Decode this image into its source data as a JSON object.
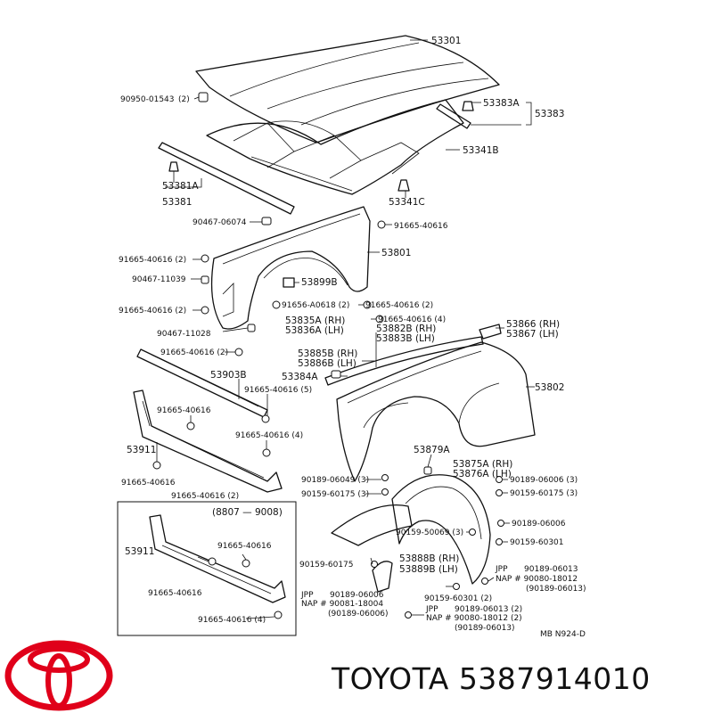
{
  "labels": {
    "hood": "53301",
    "hood_clip": "90950-01543",
    "hood_clip_qty": "(2)",
    "cushion_a": "53383A",
    "cushion": "53383",
    "hood_seal": "53341B",
    "stopper_a": "53381A",
    "stopper": "53381",
    "cushion_c": "53341C",
    "clip_06074": "90467-06074",
    "bolt_40616_top": "91665-40616",
    "bolt_40616_l1": "91665-40616 (2)",
    "clip_11039": "90467-11039",
    "fender_apron": "53801",
    "seal_53899b": "53899B",
    "bolt_40616_l2": "91665-40616 (2)",
    "bolt_a0618": "91656-A0618 (2)",
    "bolt_40616_mid": "91665-40616 (2)",
    "clip_11028": "90467-11028",
    "fender_plate_rh": "53835A (RH)",
    "fender_plate_lh": "53836A (LH)",
    "bolt_40616_4a": "91665-40616 (4)",
    "fender_pad_rh": "53866 (RH)",
    "fender_pad_lh": "53867 (LH)",
    "bolt_40616_l3": "91665-40616 (2)",
    "seal_53882b": "53882B (RH)",
    "seal_53883b": "53883B (LH)",
    "seal_53885b": "53885B (RH)",
    "seal_53886b": "53886B (LH)",
    "retainer_53384a": "53384A",
    "support_53903b": "53903B",
    "bolt_40616_5": "91665-40616 (5)",
    "fender": "53802",
    "bolt_40616_c": "91665-40616",
    "support_53911": "53911",
    "bolt_40616_4b": "91665-40616 (4)",
    "liner_53879a": "53879A",
    "liner_rh": "53875A (RH)",
    "liner_lh": "53876A (LH)",
    "bolt_40616_d": "91665-40616",
    "bolt_40616_e": "91665-40616 (2)",
    "clip_06049": "90189-06049 (3)",
    "clip_60175": "90159-60175 (3)",
    "clip_06006_3": "90189-06006 (3)",
    "clip_60175_3": "90159-60175 (3)",
    "clip_06006": "90189-06006",
    "clip_50069": "90159-50069 (3)",
    "clip_60301": "90159-60301",
    "inset_range": "(8807 — 9008)",
    "inset_part": "53911",
    "inset_bolt1": "91665-40616",
    "inset_bolt2": "91665-40616",
    "inset_bolt3": "91665-40616 (4)",
    "clip_60175_b": "90159-60175",
    "shield_rh": "53888B (RH)",
    "shield_lh": "53889B (LH)",
    "jpp_1": "JPP",
    "jpp_1_part": "90189-06013",
    "nap_1": "NAP # 90080-18012",
    "nap_1_alt": "(90189-06013)",
    "jpp_2": "JPP",
    "jpp_2_part": "90189-06006",
    "nap_2": "NAP # 90081-18004",
    "nap_2_alt": "(90189-06006)",
    "clip_60301_2": "90159-60301 (2)",
    "jpp_3": "JPP",
    "jpp_3_part": "90189-06013 (2)",
    "nap_3": "NAP # 90080-18012 (2)",
    "nap_3_alt": "(90189-06013)",
    "footer_code": "MB  N924-D"
  },
  "brand": {
    "name": "TOYOTA 5387914010",
    "logo_color": "#e0001a",
    "logo_icon": "toyota-logo-icon"
  }
}
